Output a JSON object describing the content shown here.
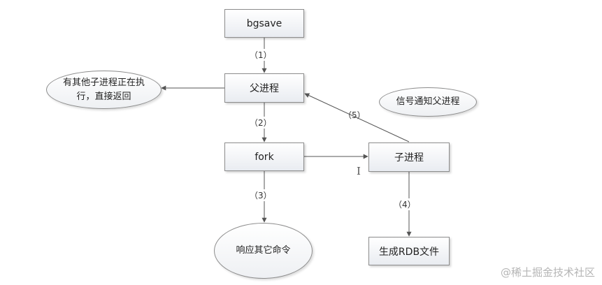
{
  "diagram": {
    "nodes": {
      "bgsave": "bgsave",
      "parent": "父进程",
      "fork": "fork",
      "child": "子进程",
      "rdb": "生成RDB文件",
      "other_child_line1": "有其他子进程正在执",
      "other_child_line2": "行，直接返回",
      "respond": "响应其它命令",
      "signal": "信号通知父进程"
    },
    "steps": {
      "s1": "（1）",
      "s2": "（2）",
      "s3": "（3）",
      "s4": "（4）",
      "s5": "（5）"
    },
    "cursor_glyph": "I"
  },
  "watermark": "@稀土掘金技术社区",
  "colors": {
    "line": "#555555",
    "box_border": "#8c8c8c"
  }
}
